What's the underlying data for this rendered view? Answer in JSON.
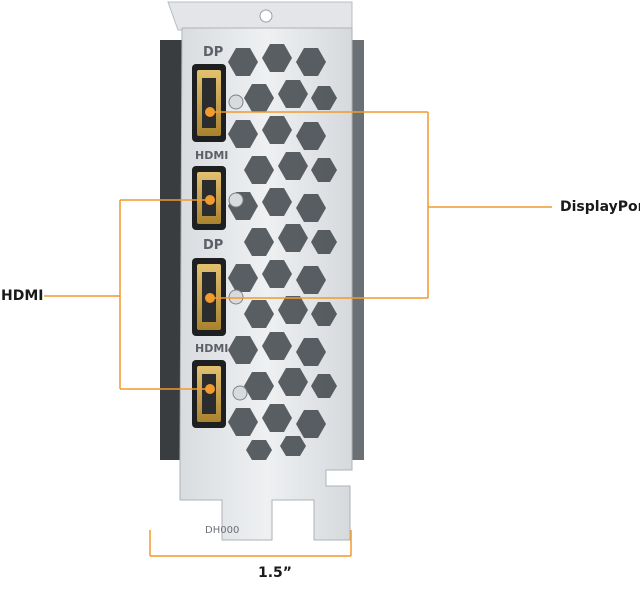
{
  "labels": {
    "displayport": "DisplayPort",
    "hdmi": "HDMI",
    "width_dimension": "1.5”"
  },
  "bracket_markings": {
    "dp_top": "DP",
    "hdmi_upper": "HDMI",
    "dp_lower": "DP",
    "hdmi_lower": "HDMI",
    "part_code": "DH000"
  },
  "colors": {
    "accent": "#f29a2e",
    "bracket": "#e6e8ea",
    "port": "#c9a24a",
    "text": "#1a1a1a"
  }
}
